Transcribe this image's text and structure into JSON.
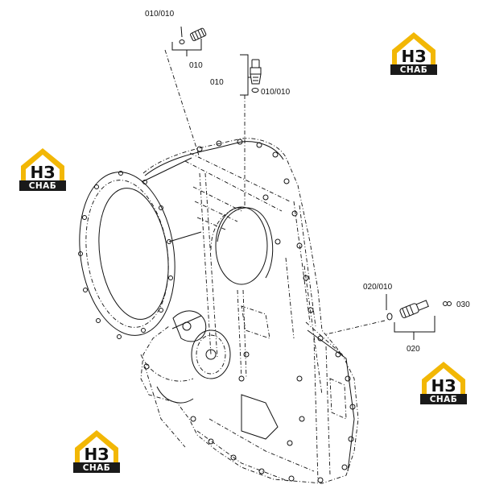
{
  "callouts": {
    "c_010_010_top": "010/010",
    "c_010_a": "010",
    "c_010_b": "010",
    "c_010_010_mid": "010/010",
    "c_020_010": "020/010",
    "c_020": "020",
    "c_030": "030"
  },
  "watermark": {
    "top_text": "НЗ",
    "bottom_text": "СНАБ",
    "accent_color": "#f2b705",
    "dark_color": "#1a1a1a"
  }
}
